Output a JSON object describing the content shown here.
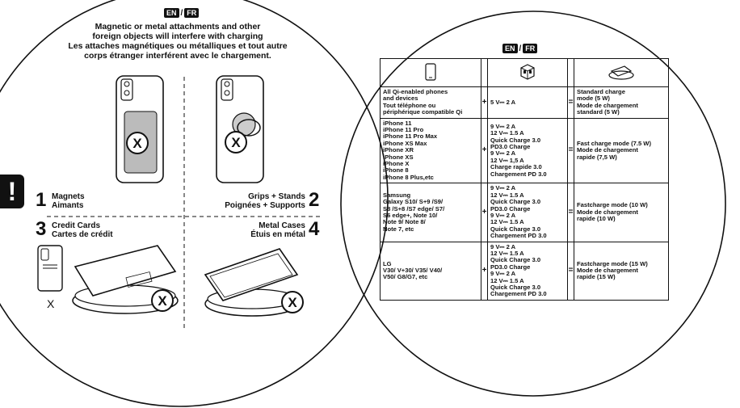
{
  "left": {
    "lang_en": "EN",
    "lang_fr": "FR",
    "heading": [
      "Magnetic or metal attachments and other",
      "foreign objects will interfere with charging",
      "Les attaches magnétiques ou métalliques et tout autre",
      "corps étranger interférent avec le chargement."
    ],
    "warning_icon": "!",
    "items": [
      {
        "num": "1",
        "en": "Magnets",
        "fr": "Aimants"
      },
      {
        "num": "2",
        "en": "Grips + Stands",
        "fr": "Poignées + Supports"
      },
      {
        "num": "3",
        "en": "Credit Cards",
        "fr": "Cartes de crédit"
      },
      {
        "num": "4",
        "en": "Metal Cases",
        "fr": "Étuis en métal"
      }
    ],
    "x_mark": "X"
  },
  "right": {
    "lang_en": "EN",
    "lang_fr": "FR",
    "header_icons": [
      "phone-icon",
      "adapter-icon",
      "charging-pad-icon"
    ],
    "rows": [
      {
        "devices": [
          "All Qi-enabled phones",
          "and devices",
          "Tout téléphone ou",
          "périphérique compatible Qi"
        ],
        "plus": "+",
        "input": [
          "5 V⎓ 2 A"
        ],
        "equals": "=",
        "mode": [
          "Standard charge",
          "mode (5 W)",
          "Mode de chargement",
          "standard (5 W)"
        ]
      },
      {
        "devices": [
          "iPhone 11",
          "iPhone 11 Pro",
          "iPhone 11 Pro Max",
          "iPhone XS Max",
          "iPhone XR",
          "iPhone XS",
          "iPhone X",
          "iPhone 8",
          "iPhone 8 Plus,etc"
        ],
        "plus": "+",
        "input": [
          "9 V⎓ 2 A",
          "12 V⎓ 1.5 A",
          "Quick Charge 3.0",
          "PD3.0 Charge",
          "9 V⎓ 2 A",
          "12 V⎓ 1,5 A",
          "Charge rapide 3.0",
          "Chargement PD 3.0"
        ],
        "equals": "=",
        "mode": [
          "Fast charge mode (7.5 W)",
          "Mode de chargement",
          "rapide (7,5 W)"
        ]
      },
      {
        "devices": [
          "Samsung",
          "Galaxy S10/ S+9 /S9/",
          "S8 /S+8 /S7 edge/ S7/",
          "S6 edge+, Note 10/",
          "Note 9/ Note 8/",
          "Note 7, etc"
        ],
        "plus": "+",
        "input": [
          "9 V⎓ 2 A",
          "12 V⎓ 1.5 A",
          "Quick Charge 3.0",
          "PD3.0 Charge",
          "9 V⎓ 2 A",
          "12 V⎓ 1.5 A",
          "Quick Charge 3.0",
          "Chargement PD 3.0"
        ],
        "equals": "=",
        "mode": [
          "Fastcharge mode (10 W)",
          "Mode de chargement",
          "rapide (10 W)"
        ]
      },
      {
        "devices": [
          "LG",
          "V30/ V+30/ V35/ V40/",
          "V50/ G8/G7, etc"
        ],
        "plus": "+",
        "input": [
          "9 V⎓ 2 A",
          "12 V⎓ 1.5 A",
          "Quick Charge 3.0",
          "PD3.0 Charge",
          "9 V⎓ 2 A",
          "12 V⎓ 1.5 A",
          "Quick Charge 3.0",
          "Chargement PD 3.0"
        ],
        "equals": "=",
        "mode": [
          "Fastcharge mode (15 W)",
          "Mode de chargement",
          "rapide (15 W)"
        ]
      }
    ]
  }
}
